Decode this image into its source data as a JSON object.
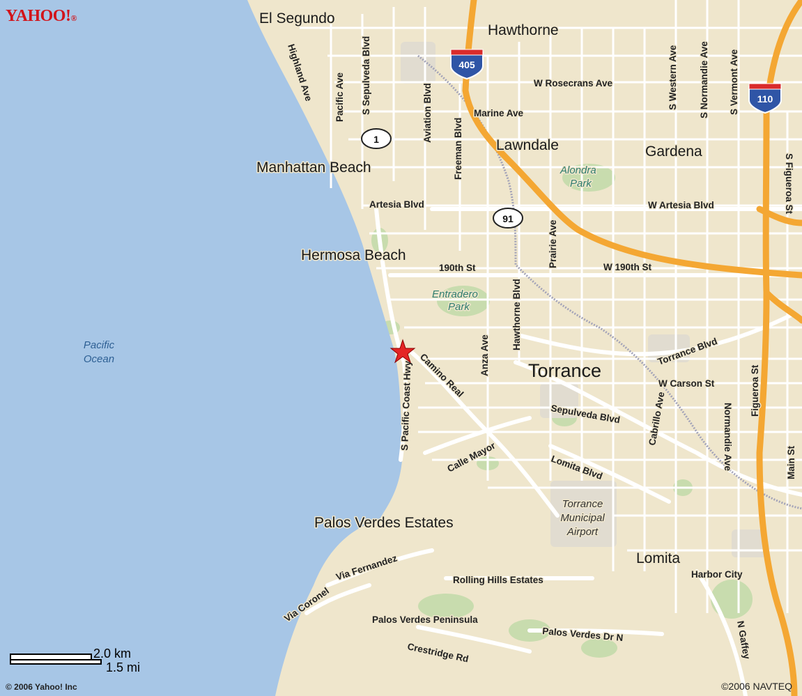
{
  "provider": {
    "logo_text": "YAHOO!",
    "logo_mark": "®"
  },
  "colors": {
    "land": "#efe6cc",
    "ocean": "#a7c6e6",
    "freeway": "#f4a733",
    "street": "#ffffff",
    "park": "#bcd6a3",
    "marker": "#e52525"
  },
  "labels": {
    "cities": {
      "el_segundo": "El Segundo",
      "hawthorne": "Hawthorne",
      "lawndale": "Lawndale",
      "gardena": "Gardena",
      "manhattan_beach": "Manhattan Beach",
      "hermosa_beach": "Hermosa Beach",
      "torrance": "Torrance",
      "palos_verdes_estates": "Palos Verdes Estates",
      "lomita": "Lomita",
      "harbor_city": "Harbor City",
      "rolling_hills_estates": "Rolling Hills Estates",
      "palos_verdes_peninsula": "Palos Verdes Peninsula"
    },
    "streets": {
      "highland_ave": "Highland Ave",
      "pacific_ave": "Pacific Ave",
      "s_sepulveda_blvd": "S Sepulveda Blvd",
      "aviation_blvd": "Aviation Blvd",
      "freeman_blvd": "Freeman Blvd",
      "marine_ave": "Marine Ave",
      "w_rosecrans_ave": "W Rosecrans Ave",
      "s_western_ave": "S Western Ave",
      "s_normandie_ave": "S Normandie Ave",
      "s_vermont_ave": "S Vermont Ave",
      "s_figueroa_st": "S Figueroa St",
      "artesia_blvd": "Artesia Blvd",
      "w_artesia_blvd": "W Artesia Blvd",
      "prairie_ave": "Prairie Ave",
      "hawthorne_blvd": "Hawthorne Blvd",
      "st_190th": "190th St",
      "w_190th_st": "W 190th St",
      "s_pacific_coast_hwy": "S Pacific Coast Hwy",
      "camino_real": "Camino Real",
      "anza_ave": "Anza Ave",
      "torrance_blvd": "Torrance Blvd",
      "w_carson_st": "W Carson St",
      "sepulveda_blvd": "Sepulveda Blvd",
      "cabrillo_ave": "Cabrillo Ave",
      "normandie_ave": "Normandie Ave",
      "figueroa_st": "Figueroa St",
      "main_st": "Main St",
      "calle_mayor": "Calle Mayor",
      "lomita_blvd": "Lomita Blvd",
      "via_fernandez": "Via Fernandez",
      "via_coronel": "Via Coronel",
      "palos_verdes_dr_n": "Palos Verdes Dr N",
      "crestridge_rd": "Crestridge Rd",
      "n_gaffey": "N Gaffey"
    },
    "parks": {
      "alondra_park_1": "Alondra",
      "alondra_park_2": "Park",
      "entradero_park_1": "Entradero",
      "entradero_park_2": "Park"
    },
    "airport": {
      "line1": "Torrance",
      "line2": "Municipal",
      "line3": "Airport"
    },
    "water": {
      "line1": "Pacific",
      "line2": "Ocean"
    }
  },
  "shields": {
    "i405": "405",
    "i110": "110",
    "ca1": "1",
    "ca91": "91"
  },
  "scale": {
    "km": "2.0 km",
    "mi": "1.5 mi"
  },
  "copyright": {
    "yahoo": "© 2006 Yahoo! Inc",
    "navteq": "©2006 NAVTEQ"
  }
}
